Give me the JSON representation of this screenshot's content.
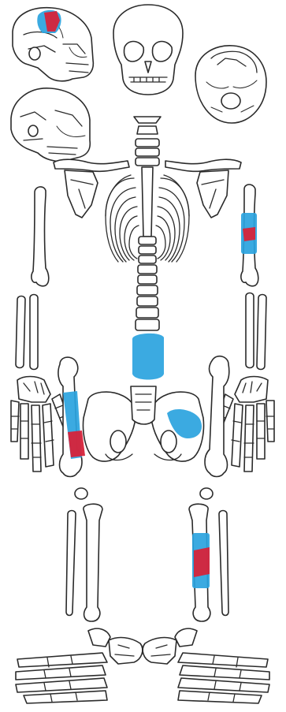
{
  "figure": {
    "background": "#ffffff",
    "line_color": "#2b2b2b",
    "legend_color_blue": "#2aa3de",
    "legend_color_red": "#d6233a"
  },
  "annotations": [
    {
      "id": "frontal-skull",
      "colors": [
        "blue",
        "red"
      ]
    },
    {
      "id": "left-humerus",
      "colors": [
        "blue",
        "red"
      ]
    },
    {
      "id": "lumbar-vertebrae",
      "colors": [
        "blue"
      ]
    },
    {
      "id": "right-femur",
      "colors": [
        "blue",
        "red"
      ]
    },
    {
      "id": "left-ilium",
      "colors": [
        "blue"
      ]
    },
    {
      "id": "left-tibia",
      "colors": [
        "blue",
        "red"
      ]
    }
  ]
}
